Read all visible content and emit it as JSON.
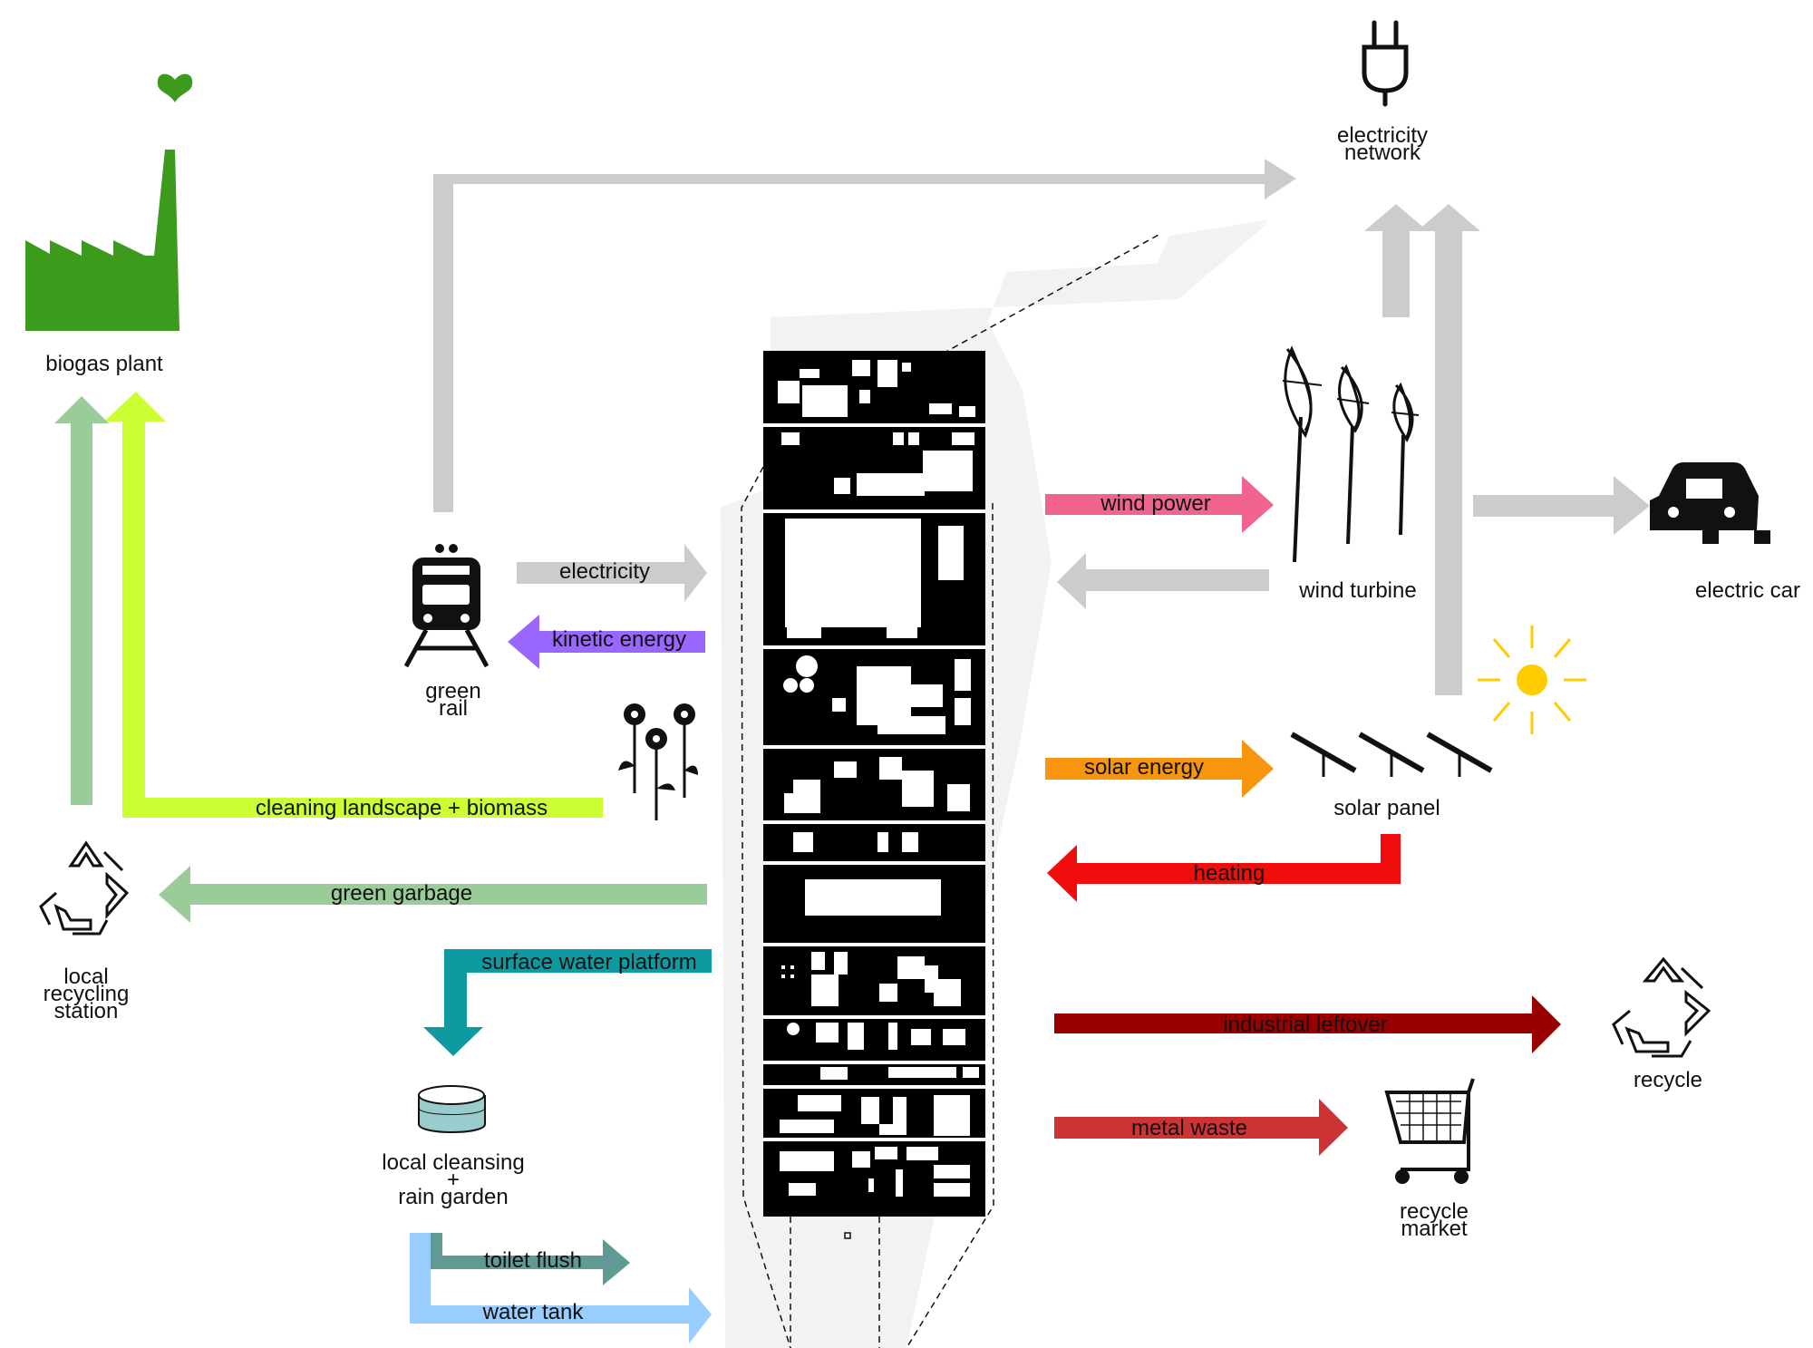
{
  "nodes": {
    "biogas_plant": "biogas plant",
    "electricity_network_l1": "electricity",
    "electricity_network_l2": "network",
    "green_rail_l1": "green",
    "green_rail_l2": "rail",
    "wind_turbine": "wind turbine",
    "electric_car": "electric car",
    "solar_panel": "solar panel",
    "local_recycling_l1": "local",
    "local_recycling_l2": "recycling",
    "local_recycling_l3": "station",
    "local_cleansing_l1": "local cleansing",
    "local_cleansing_l2": "+",
    "local_cleansing_l3": "rain garden",
    "recycle": "recycle",
    "recycle_market_l1": "recycle",
    "recycle_market_l2": "market"
  },
  "flows": {
    "electricity": "electricity",
    "kinetic_energy": "kinetic energy",
    "wind_power": "wind power",
    "solar_energy": "solar energy",
    "heating": "heating",
    "cleaning_landscape": "cleaning landscape + biomass",
    "green_garbage": "green garbage",
    "surface_water_platform": "surface water platform",
    "toilet_flush": "toilet flush",
    "water_tank": "water tank",
    "industrial_leftover": "industrial leftover",
    "metal_waste": "metal  waste"
  },
  "colors": {
    "grey_flow": "#cccccc",
    "pink_wind": "#f0648e",
    "purple_kinetic": "#9966ff",
    "orange_solar": "#f7960e",
    "red_heating": "#f20d0d",
    "lime_biomass": "#ccff33",
    "green_garbage": "#99cc99",
    "teal_surface": "#0e9aa0",
    "slate_toilet": "#5f9b94",
    "blue_tank": "#99ccff",
    "darkred_industrial": "#990000",
    "red_metal": "#cc3333",
    "biogas_green": "#3c9b1c",
    "sun_yellow": "#ffcc00"
  }
}
